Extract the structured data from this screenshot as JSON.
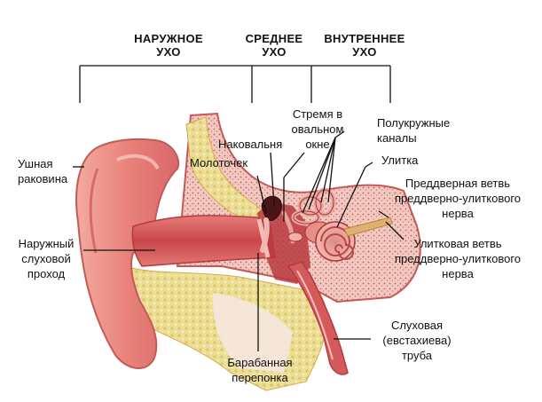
{
  "sections": {
    "outer": "НАРУЖНОЕ\nУХО",
    "middle": "СРЕДНЕЕ\nУХО",
    "inner": "ВНУТРЕННЕЕ\nУХО"
  },
  "labels": {
    "auricle": "Ушная\nраковина",
    "ear_canal": "Наружный\nслуховой\nпроход",
    "stapes": "Стремя в\nовальном\nокне",
    "incus": "Наковальня",
    "malleus": "Молоточек",
    "semicircular_canals": "Полукружные\nканалы",
    "cochlea": "Улитка",
    "vestibular_nerve": "Преддверная ветвь\nпреддверно-улиткового\nнерва",
    "cochlear_nerve": "Улитковая ветвь\nпреддверно-улиткового\nнерва",
    "eustachian_tube": "Слуховая\n(евстахиева)\nтруба",
    "eardrum": "Барабанная\nперепонка"
  },
  "colors": {
    "skin": "#e8837a",
    "skin_dark": "#c9474a",
    "canal": "#d65a5c",
    "cartilage": "#e8d98a",
    "bone": "#f2c4bd",
    "bone_dots": "#b8605e",
    "nerve": "#e0b070",
    "ossicle": "#5a1a1a",
    "line": "#111111"
  }
}
